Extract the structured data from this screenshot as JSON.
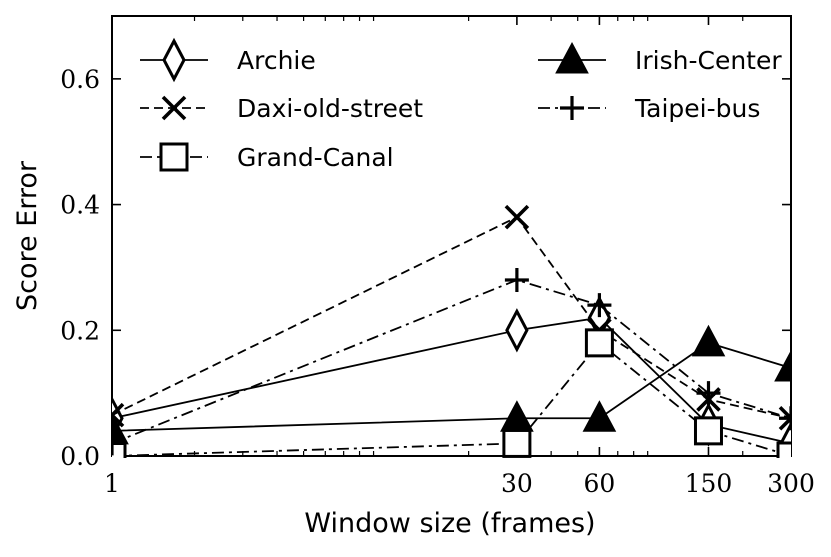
{
  "chart_data": {
    "type": "line",
    "xlabel": "Window size (frames)",
    "ylabel": "Score Error",
    "xscale": "log",
    "xlim": [
      1,
      300
    ],
    "ylim": [
      0,
      0.7
    ],
    "xticks": [
      1,
      30,
      60,
      150,
      300
    ],
    "xtick_labels": [
      "1",
      "30",
      "60",
      "150",
      "300"
    ],
    "yticks": [
      0.0,
      0.2,
      0.4,
      0.6
    ],
    "ytick_labels": [
      "0.0",
      "0.2",
      "0.4",
      "0.6"
    ],
    "grid": false,
    "legend_position": "top",
    "x": [
      1,
      30,
      60,
      150,
      300
    ],
    "series": [
      {
        "name": "Archie",
        "marker": "diamond",
        "dash": "solid",
        "values": [
          0.06,
          0.2,
          0.22,
          0.05,
          0.02
        ]
      },
      {
        "name": "Daxi-old-street",
        "marker": "x",
        "dash": "dashed",
        "values": [
          0.065,
          0.38,
          0.2,
          0.09,
          0.06
        ]
      },
      {
        "name": "Grand-Canal",
        "marker": "square",
        "dash": "dashdot",
        "values": [
          0.0,
          0.02,
          0.18,
          0.04,
          0.0
        ]
      },
      {
        "name": "Irish-Center",
        "marker": "triangle",
        "dash": "solid",
        "values": [
          0.04,
          0.06,
          0.06,
          0.18,
          0.14
        ]
      },
      {
        "name": "Taipei-bus",
        "marker": "plus",
        "dash": "dashdot",
        "values": [
          0.02,
          0.28,
          0.24,
          0.1,
          0.06
        ]
      }
    ]
  }
}
